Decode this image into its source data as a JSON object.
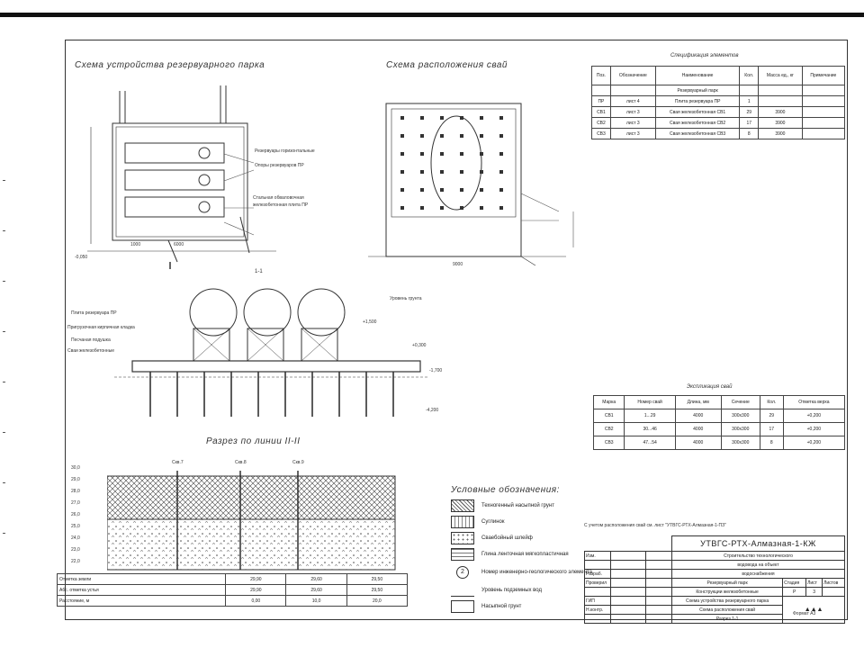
{
  "titles": {
    "tank_park": "Схема устройства резервуарного парка",
    "piles_layout": "Схема расположения свай",
    "section_1_1": "1-1",
    "section_2_2": "Разрез по линии II-II",
    "spec": "Спецификация элементов",
    "piles_table": "Экспликация свай",
    "legend": "Условные обозначения:"
  },
  "spec_table": {
    "headers": [
      "Поз.",
      "Обозначение",
      "Наименование",
      "Кол.",
      "Масса ед., кг",
      "Примечание"
    ],
    "group": "Резервуарный парк",
    "rows": [
      [
        "ПР",
        "лист 4",
        "Плита резервуара ПР",
        "1",
        "",
        ""
      ],
      [
        "СВ1",
        "лист 3",
        "Свая железобетонная СВ1",
        "29",
        "3900",
        ""
      ],
      [
        "СВ2",
        "лист 3",
        "Свая железобетонная СВ2",
        "17",
        "3900",
        ""
      ],
      [
        "СВ3",
        "лист 3",
        "Свая железобетонная СВ3",
        "8",
        "3900",
        ""
      ]
    ]
  },
  "piles_table": {
    "headers": [
      "Марка",
      "Номер свай",
      "Длина, мм",
      "Сечение",
      "Кол.",
      "Отметка верха"
    ],
    "rows": [
      [
        "СВ1",
        "1...29",
        "4000",
        "300x300",
        "29",
        "+0,200"
      ],
      [
        "СВ2",
        "30...46",
        "4000",
        "300x300",
        "17",
        "+0,200"
      ],
      [
        "СВ3",
        "47...54",
        "4000",
        "300x300",
        "8",
        "+0,200"
      ]
    ]
  },
  "legend_items": [
    "Техногенный насыпной грунт",
    "Суглинок",
    "Сваебойный шлейф",
    "Глина ленточная мягкопластичная",
    "Номер инженерно-геологического элемента",
    "Уровень подземных вод",
    "Насыпной грунт"
  ],
  "notes": {
    "footnote": "С учетом расположения свай см. лист \"УТВГС-РТХ-Алмазная-1-ПЗ\"",
    "dim_1": "1000",
    "dim_2": "6000",
    "dim_3": "9000",
    "elev_1": "-0,050",
    "elev_2": "-1,700",
    "elev_3": "-4,200",
    "elev_4": "+0,300",
    "elev_5": "+1,500",
    "section_label": "1-1"
  },
  "section_labels": [
    "Плита резервуара ПР",
    "Пригрузочная кирпичная кладка",
    "Песчаная подушка",
    "Сваи железобетонные",
    "Уровень грунта"
  ],
  "tank_labels": [
    "Резервуары горизонтальные",
    "Опоры резервуаров ПР",
    "Стальная обваловочная",
    "железобетонная плита ПР"
  ],
  "stamp": {
    "code": "УТВГС-РТХ-Алмазная-1-КЖ",
    "project_1": "Строительство технологического",
    "project_2": "водовода на объект",
    "project_3": "водоснабжения",
    "object": "Резервуарный парк",
    "object_2": "Конструкции железобетонные",
    "drawing": "Схема устройства резервуарного парка",
    "drawing_2": "Схема расположения свай",
    "stage_label": "Стадия",
    "sheet_label": "Лист",
    "sheets_label": "Листов",
    "stage": "Р",
    "sheet": "3",
    "sheet_tag": "Разрез 1-1",
    "roles": [
      "Изм.",
      "Разраб.",
      "Проверил",
      "ГИП",
      "Н.контр."
    ],
    "format": "Формат А3"
  },
  "sec22": {
    "wells": [
      "Скв.7",
      "Скв.8",
      "Скв.9"
    ],
    "depths": [
      "30,0",
      "29,0",
      "28,0",
      "27,0",
      "26,0",
      "25,0",
      "24,0",
      "23,0",
      "22,0"
    ],
    "bottom_rows": [
      [
        "Отметка земли",
        "29,90",
        "29,60",
        "29,50"
      ],
      [
        "Абс. отметка устья",
        "29,90",
        "29,60",
        "29,50"
      ],
      [
        "Расстояние, м",
        "0,00",
        "10,0",
        "20,0"
      ]
    ]
  }
}
